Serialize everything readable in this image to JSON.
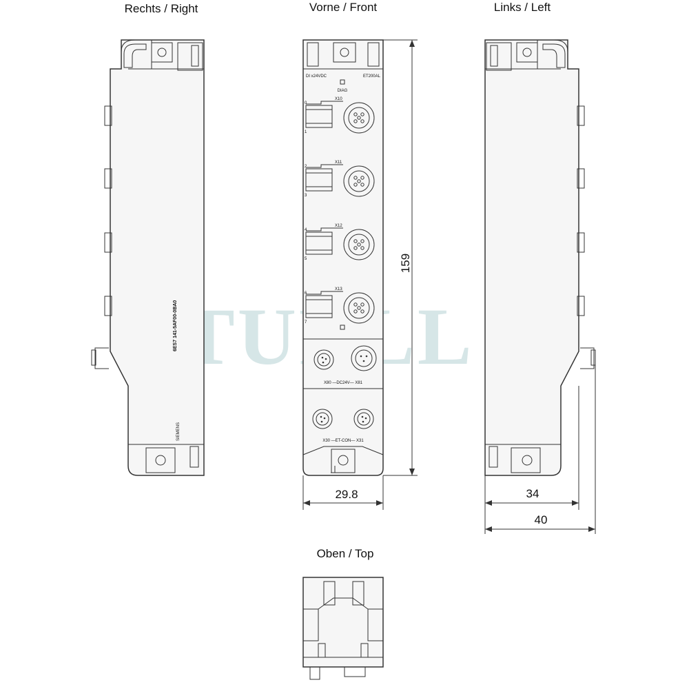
{
  "views": {
    "right": "Rechts / Right",
    "front": "Vorne / Front",
    "left": "Links / Left",
    "top": "Oben / Top"
  },
  "dimensions": {
    "height": "159",
    "front_width": "29.8",
    "depth_body": "34",
    "depth_total": "40"
  },
  "front_panel": {
    "di_label": "DI  x24VDC",
    "model_label": "ET200AL",
    "diag_label": "DIAG",
    "ports": [
      {
        "name": "X10",
        "ch_top": "0",
        "ch_bottom": "1"
      },
      {
        "name": "X11",
        "ch_top": "2",
        "ch_bottom": "3"
      },
      {
        "name": "X12",
        "ch_top": "4",
        "ch_bottom": "5"
      },
      {
        "name": "X13",
        "ch_top": "6",
        "ch_bottom": "7"
      }
    ],
    "power_label": "X80 —DC24V— X81",
    "bus_label": "X30 —ET-CON— X31"
  },
  "side_labels": {
    "order_number": "6ES7 141-5AF00-0BA0",
    "brand": "SIEMENS"
  },
  "watermark": "TURLL"
}
